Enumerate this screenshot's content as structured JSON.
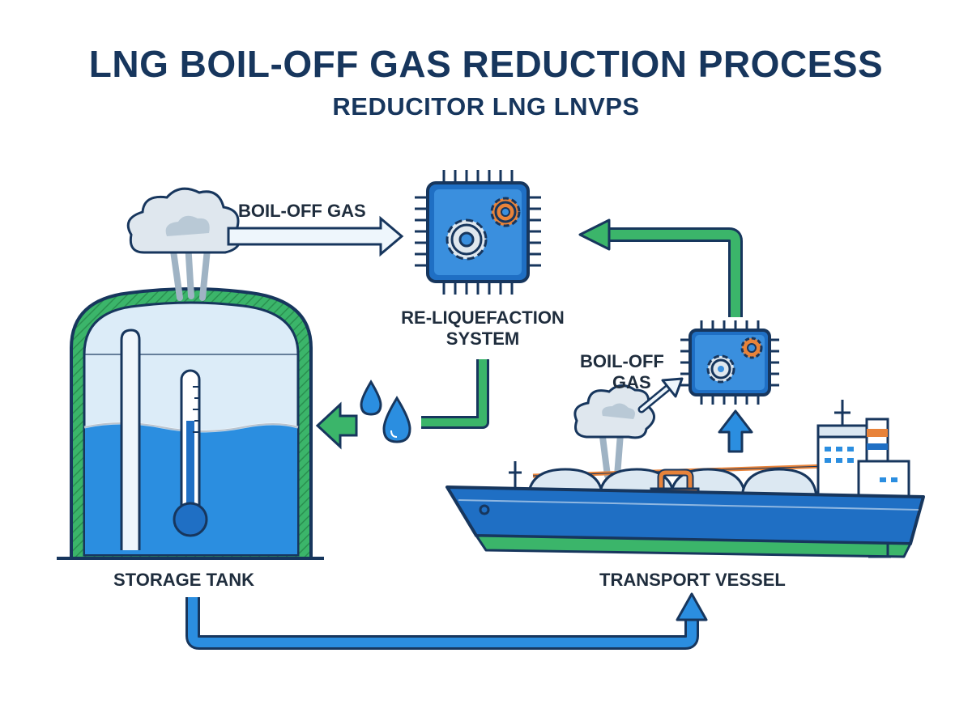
{
  "title": "LNG BOIL-OFF GAS REDUCTION PROCESS",
  "subtitle": "REDUCITOR LNG LNVPS",
  "labels": {
    "boil_off_gas_tank": "BOIL-OFF GAS",
    "reliquefaction_line1": "RE-LIQUEFACTION",
    "reliquefaction_line2": "SYSTEM",
    "boil_off_gas_vessel_line1": "BOIL-OFF",
    "boil_off_gas_vessel_line2": "GAS",
    "storage_tank": "STORAGE TANK",
    "transport_vessel": "TRANSPORT VESSEL"
  },
  "colors": {
    "navy": "#17365d",
    "blue": "#1f6fc4",
    "light_blue": "#4aa3e6",
    "green": "#3bb56a",
    "orange": "#e8833a",
    "outline": "#17365d"
  },
  "icons": [
    "cloud-icon",
    "chip-icon",
    "gear-icon",
    "thermometer-icon",
    "droplet-icon",
    "ship-icon"
  ]
}
